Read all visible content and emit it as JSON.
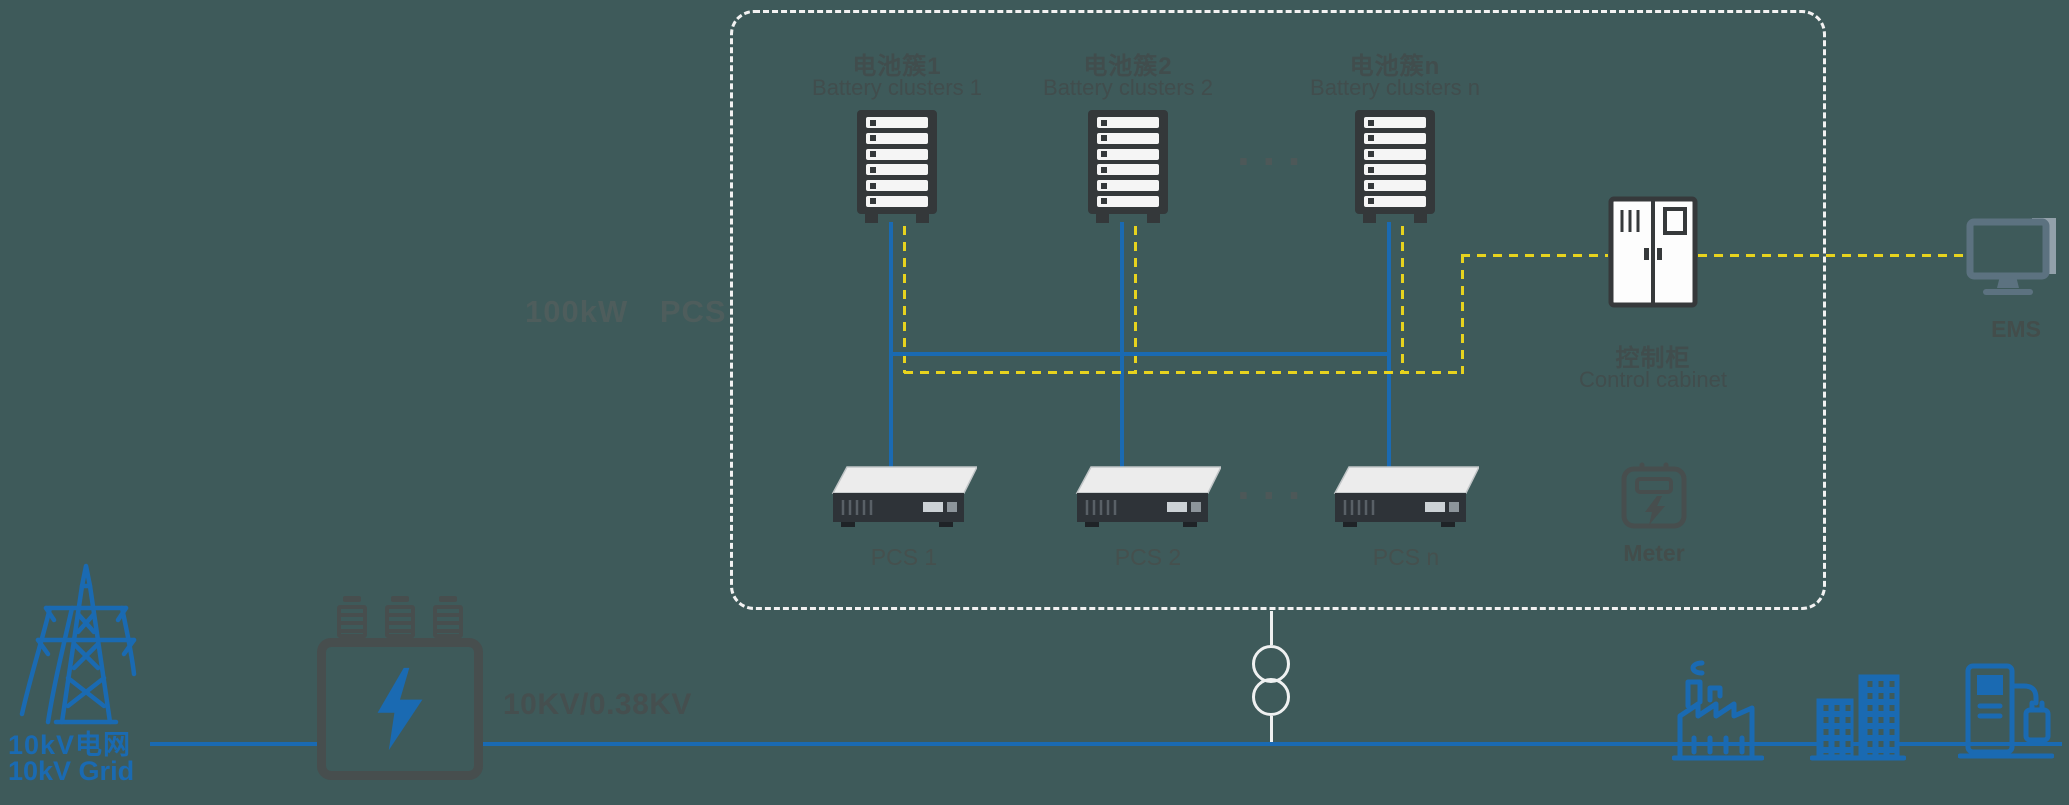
{
  "colors": {
    "background": "#3e5a5a",
    "power_blue": "#1a6ab2",
    "comm_yellow": "#e7d31e",
    "boundary_white": "#f2f2f2",
    "icon_dark": "#34383a",
    "label_gray": "#414d4d",
    "ems_steel_gray": "#5c7280"
  },
  "pcs_system": {
    "label": "100kW PCS",
    "battery_clusters": [
      {
        "zh": "电池簇1",
        "en": "Battery clusters 1"
      },
      {
        "zh": "电池簇2",
        "en": "Battery clusters 2"
      },
      {
        "zh": "电池簇n",
        "en": "Battery clusters n"
      }
    ],
    "cluster_ellipsis": "···",
    "pcs_units": [
      {
        "label": "PCS 1"
      },
      {
        "label": "PCS 2"
      },
      {
        "label": "PCS n"
      }
    ],
    "pcs_ellipsis": "···",
    "control_cabinet": {
      "zh": "控制柜",
      "en": "Control cabinet"
    },
    "meter": {
      "label": "Meter"
    }
  },
  "ems": {
    "label": "EMS"
  },
  "grid": {
    "zh": "10kV电网",
    "en": "10kV Grid"
  },
  "transformer": {
    "ratio": "10KV/0.38KV"
  }
}
